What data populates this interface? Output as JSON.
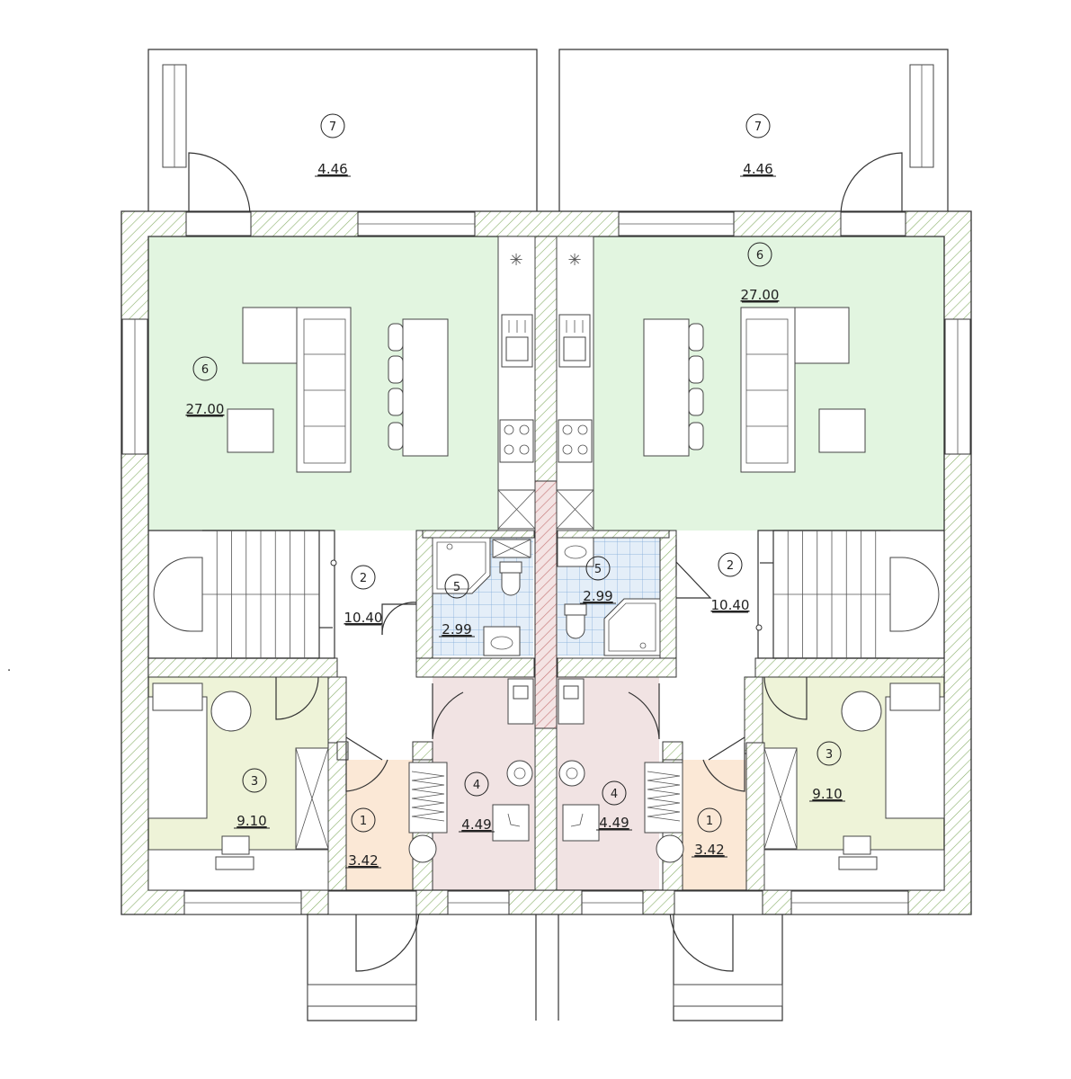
{
  "colors": {
    "living": "#e2f5e0",
    "hall": "#ffffff",
    "bedroom": "#eef3d8",
    "toilet": "#f1e3e3",
    "entrance": "#fbe8d6",
    "bathroom": "#e4eef8",
    "wall_hatch": "#8ab06a",
    "wall_outline": "#333333"
  },
  "rooms": [
    {
      "id": "terrace-left",
      "number": "7",
      "area": "4.46"
    },
    {
      "id": "terrace-right",
      "number": "7",
      "area": "4.46"
    },
    {
      "id": "living-left",
      "number": "6",
      "area": "27.00"
    },
    {
      "id": "living-right",
      "number": "6",
      "area": "27.00"
    },
    {
      "id": "hall-left",
      "number": "2",
      "area": "10.40"
    },
    {
      "id": "hall-right",
      "number": "2",
      "area": "10.40"
    },
    {
      "id": "bath-left",
      "number": "5",
      "area": "2.99"
    },
    {
      "id": "bath-right",
      "number": "5",
      "area": "2.99"
    },
    {
      "id": "bedroom-left",
      "number": "3",
      "area": "9.10"
    },
    {
      "id": "bedroom-right",
      "number": "3",
      "area": "9.10"
    },
    {
      "id": "wc-left",
      "number": "4",
      "area": "4.49"
    },
    {
      "id": "wc-right",
      "number": "4",
      "area": "4.49"
    },
    {
      "id": "entry-left",
      "number": "1",
      "area": "3.42"
    },
    {
      "id": "entry-right",
      "number": "1",
      "area": "3.42"
    }
  ]
}
